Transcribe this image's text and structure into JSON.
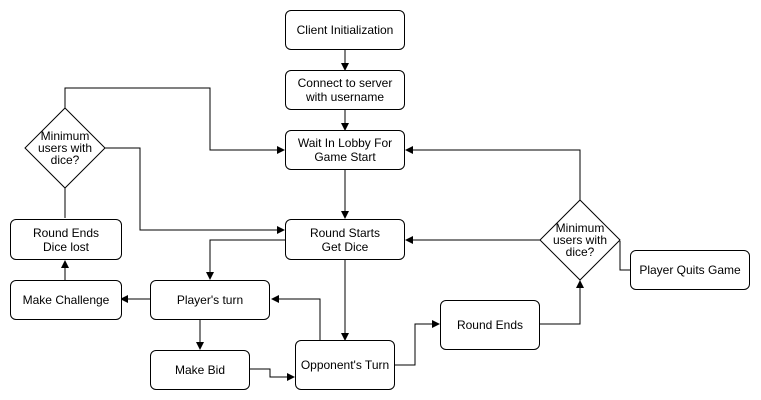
{
  "nodes": {
    "client_init": "Client Initialization",
    "connect": "Connect to server\nwith username",
    "lobby": "Wait In Lobby For\nGame Start",
    "round_starts": "Round Starts\nGet Dice",
    "player_turn": "Player's turn",
    "opponent_turn": "Opponent's Turn",
    "make_bid": "Make Bid",
    "make_challenge": "Make Challenge",
    "round_ends_dice_lost": "Round Ends\nDice lost",
    "round_ends": "Round Ends",
    "player_quits": "Player Quits Game"
  },
  "decisions": {
    "left_check": "Minimum\nusers with\ndice?",
    "right_check": "Minimum\nusers with\ndice?"
  }
}
